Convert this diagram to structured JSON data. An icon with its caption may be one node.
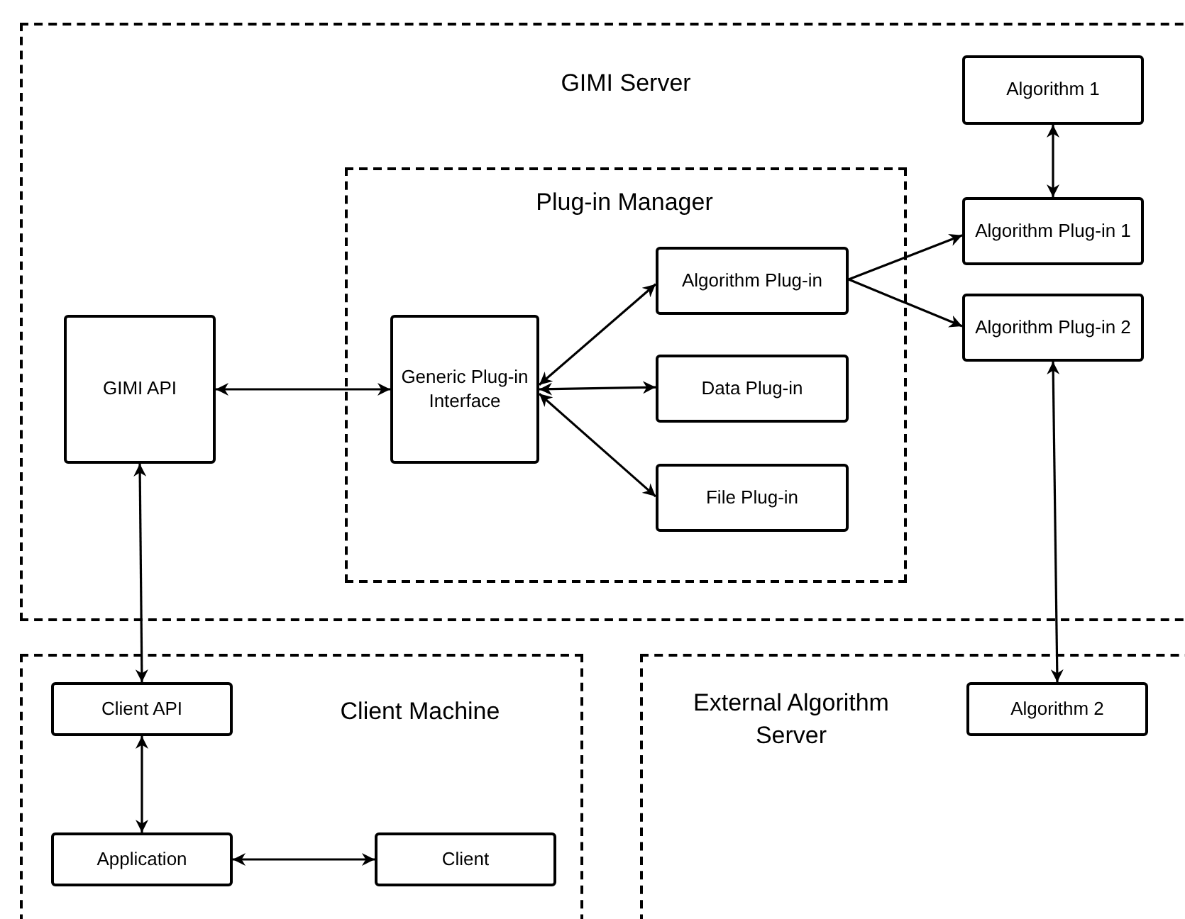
{
  "diagram": {
    "nodes": [
      {
        "text": [
          "GIMI Server"
        ]
      },
      {
        "text": [
          "Plug-in Manager"
        ],
        "in": 0
      },
      {
        "text": [
          "GIMI API"
        ],
        "in": 0
      },
      {
        "text": [
          "Generic Plug-in Interface"
        ],
        "in": 1
      },
      {
        "text": [
          "Algorithm Plug-in"
        ],
        "in": 1
      },
      {
        "text": [
          "Data Plug-in"
        ],
        "in": 1
      },
      {
        "text": [
          "File Plug-in"
        ],
        "in": 1
      },
      {
        "text": [
          "Algorithm 1"
        ],
        "in": 0
      },
      {
        "text": [
          "Algorithm Plug-in 1"
        ],
        "in": 0
      },
      {
        "text": [
          "Algorithm Plug-in 2"
        ],
        "in": 0
      },
      {
        "text": [
          "Client Machine"
        ]
      },
      {
        "text": [
          "Client API"
        ],
        "in": 10
      },
      {
        "text": [
          "Application"
        ],
        "in": 10
      },
      {
        "text": [
          "Client"
        ],
        "in": 10
      },
      {
        "text": [
          "External Algorithm Server"
        ]
      },
      {
        "text": [
          "Algorithm 2"
        ],
        "in": 14
      }
    ],
    "edges": [
      {
        "from": 2,
        "to": 3,
        "arrow": "both"
      },
      {
        "from": 3,
        "to": 4,
        "arrow": "both"
      },
      {
        "from": 3,
        "to": 5,
        "arrow": "both"
      },
      {
        "from": 3,
        "to": 6,
        "arrow": "both"
      },
      {
        "from": 4,
        "to": 8,
        "arrow": "to"
      },
      {
        "from": 4,
        "to": 9,
        "arrow": "to"
      },
      {
        "from": 7,
        "to": 8,
        "arrow": "both"
      },
      {
        "from": 9,
        "to": 15,
        "arrow": "both"
      },
      {
        "from": 2,
        "to": 11,
        "arrow": "both"
      },
      {
        "from": 11,
        "to": 12,
        "arrow": "both"
      },
      {
        "from": 12,
        "to": 13,
        "arrow": "both"
      }
    ]
  }
}
